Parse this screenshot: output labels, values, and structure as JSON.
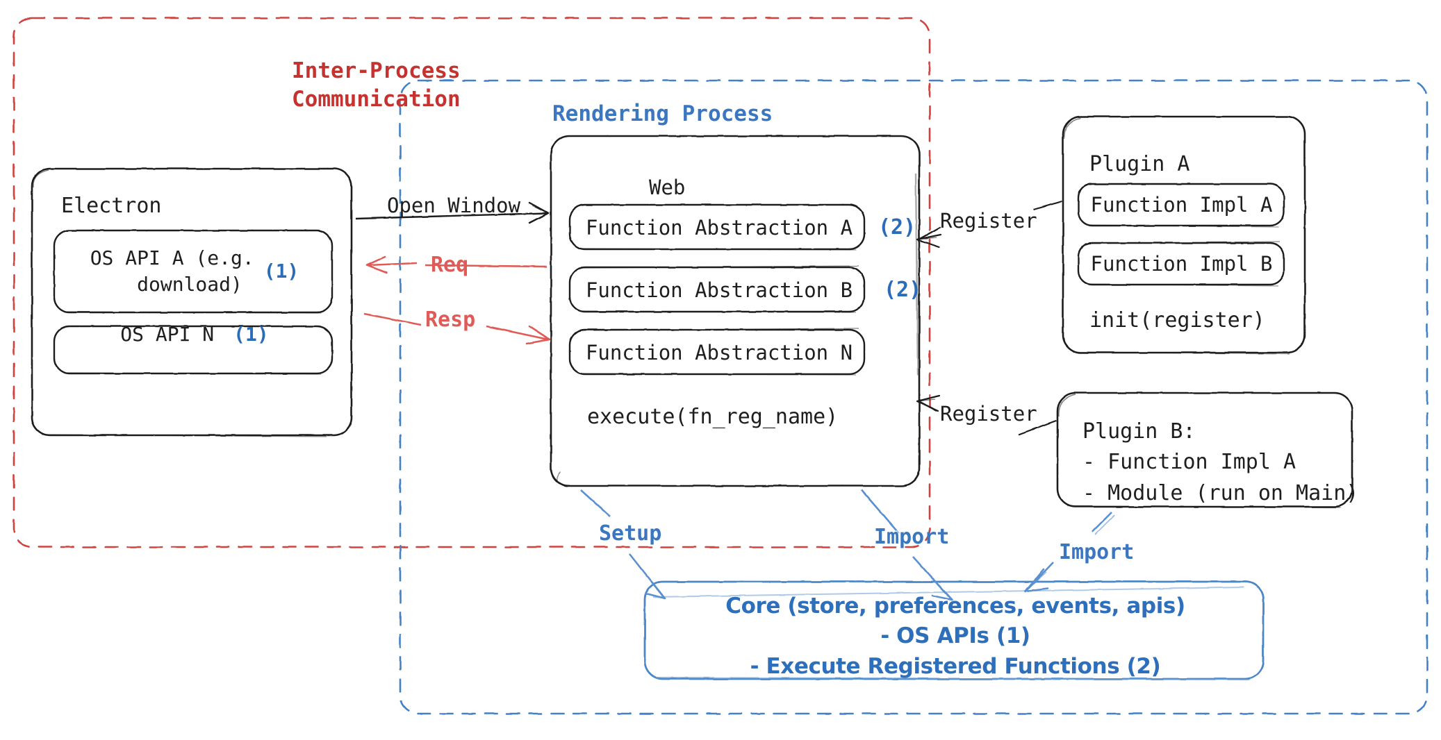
{
  "diagram": {
    "title": "Electron plugin architecture",
    "colors": {
      "ipc_red": "#c4332f",
      "arrow_red": "#e05a57",
      "process_blue": "#3b76c0",
      "accent_blue": "#2b6cb8",
      "core_blue": "#2e6fbc",
      "stroke_black": "#1e1e1e",
      "background": "#ffffff"
    }
  },
  "containers": {
    "ipc": {
      "label": "Inter-Process\nCommunication",
      "border_style": "dashed",
      "color": "#c4332f"
    },
    "rendering": {
      "label": "Rendering Process",
      "border_style": "dashed",
      "color": "#3b76c0"
    }
  },
  "electron": {
    "title": "Electron",
    "items": [
      {
        "label": "OS API A (e.g.\n   download)",
        "badge": "(1)"
      },
      {
        "label": "OS API N",
        "badge": "(1)"
      }
    ]
  },
  "web": {
    "title": "Web",
    "abstractions": [
      {
        "label": "Function Abstraction A",
        "badge": "(2)"
      },
      {
        "label": "Function Abstraction B",
        "badge": "(2)"
      },
      {
        "label": "Function Abstraction N",
        "badge": ""
      }
    ],
    "footer": "execute(fn_reg_name)"
  },
  "plugin_a": {
    "title": "Plugin A",
    "items": [
      {
        "label": "Function Impl A"
      },
      {
        "label": "Function Impl B"
      }
    ],
    "footer": "init(register)"
  },
  "plugin_b": {
    "text": "Plugin B:\n- Function Impl A\n- Module (run on Main)"
  },
  "core": {
    "text": "Core (store, preferences, events, apis)\n- OS APIs (1)\n- Execute Registered Functions (2)"
  },
  "arrows": {
    "open_window": "Open Window",
    "req": "Req",
    "resp": "Resp",
    "register_top": "Register",
    "register_bottom": "Register",
    "setup": "Setup",
    "import_web": "Import",
    "import_plugin_b": "Import"
  }
}
